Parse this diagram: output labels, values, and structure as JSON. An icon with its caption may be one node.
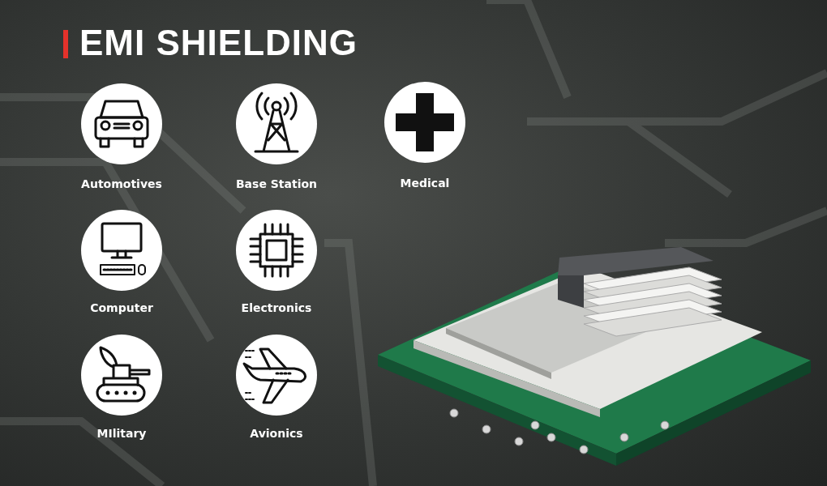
{
  "diagram": {
    "title": "EMI SHIELDING",
    "labels": [
      "Automotives",
      "Base Station",
      "Medical",
      "Computer",
      "Electronics",
      "MIlitary",
      "Avionics"
    ]
  }
}
